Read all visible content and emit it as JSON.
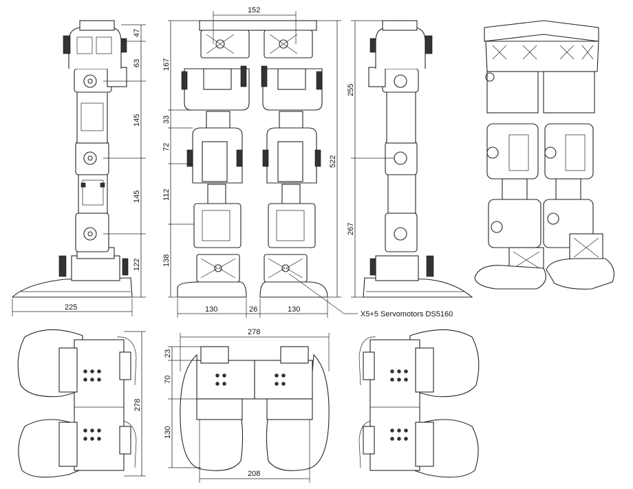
{
  "dimensions": {
    "side_top": "47",
    "side_hip": "63",
    "side_thigh": "145",
    "side_shin": "145",
    "side_ankle": "122",
    "side_base": "225",
    "front_hip_span": "152",
    "front_hip": "167",
    "front_gap": "33",
    "front_knee_upper": "72",
    "front_knee_mid": "112",
    "front_ankle": "138",
    "front_foot_left": "130",
    "front_foot_gap": "26",
    "front_foot_right": "130",
    "front_total": "522",
    "rear_upper": "255",
    "rear_lower": "267",
    "top_depth": "278",
    "top_width": "278",
    "top_offset": "23",
    "top_body": "70",
    "top_foot": "130",
    "top_span": "208"
  },
  "callout": {
    "label": "X5+5 Servomotors DS5160"
  }
}
